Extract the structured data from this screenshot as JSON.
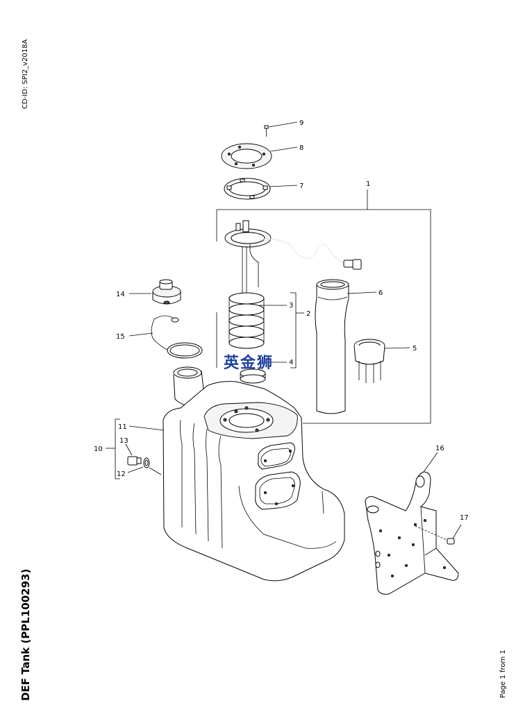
{
  "document": {
    "cd_id": "CD-ID: SPI2_v2018A",
    "title": "DEF Tank (PPL100293)",
    "page_footer": "Page 1 from 1",
    "watermark": "英金狮"
  },
  "callouts": [
    "1",
    "2",
    "3",
    "4",
    "5",
    "6",
    "7",
    "8",
    "9",
    "10",
    "11",
    "12",
    "13",
    "14",
    "15",
    "16",
    "17"
  ]
}
